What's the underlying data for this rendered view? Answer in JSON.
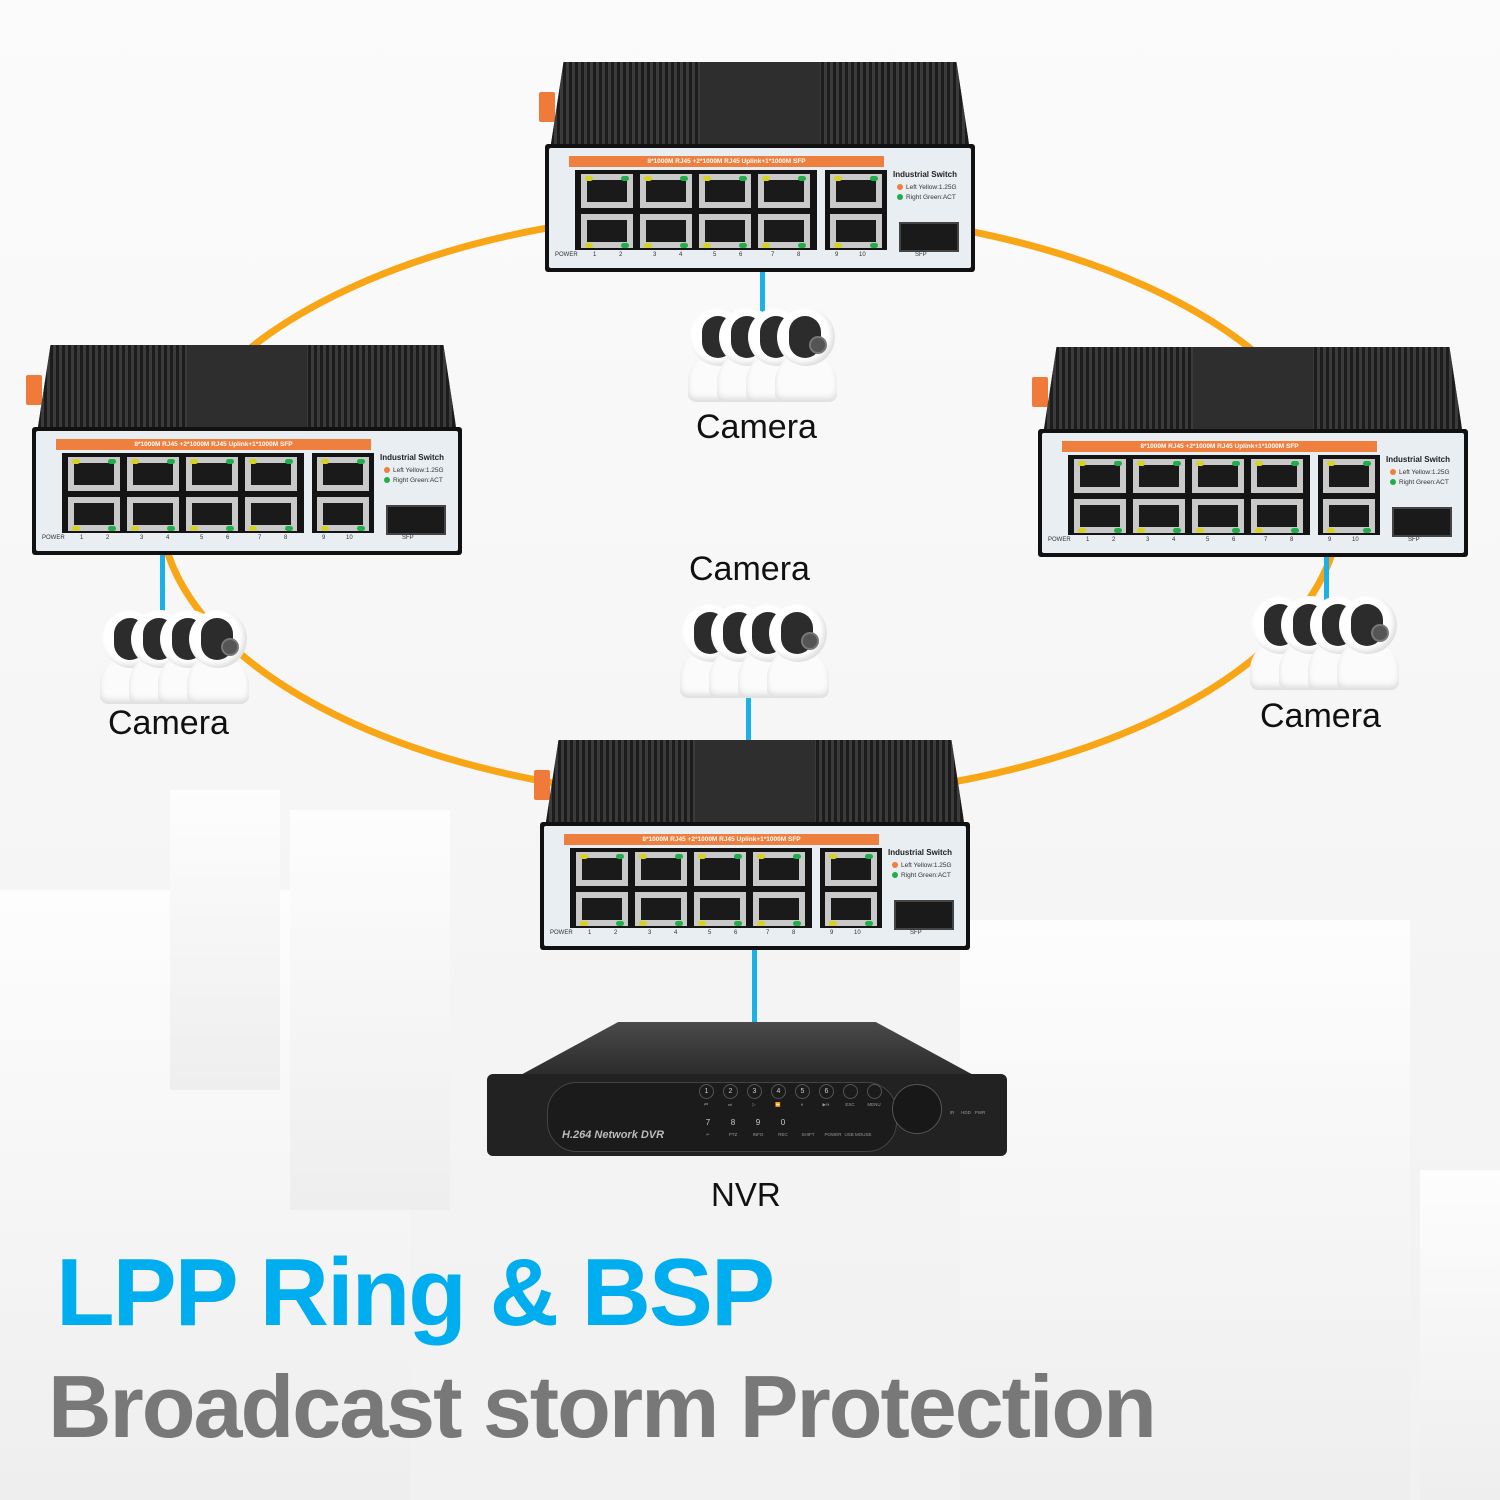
{
  "switch": {
    "banner": "8*1000M RJ45 +2*1000M RJ45 Uplink+1*1000M SFP",
    "title": "Industrial Switch",
    "legend": [
      {
        "label": "Left Yellow:1.25G",
        "color": "#ef7f3e"
      },
      {
        "label": "Right Green:ACT",
        "color": "#1fae47"
      }
    ],
    "port_labels": [
      "POWER",
      "1",
      "2",
      "3",
      "4",
      "5",
      "6",
      "7",
      "8",
      "9",
      "10",
      "SFP"
    ]
  },
  "cameras": {
    "top": "Camera",
    "left": "Camera",
    "center": "Camera",
    "right": "Camera"
  },
  "nvr": {
    "label": "NVR",
    "brand": "H.264 Network DVR",
    "top_buttons": [
      "1",
      "2",
      "3",
      "4",
      "5",
      "6",
      "",
      ""
    ],
    "top_sub": [
      "⏮",
      "⏭",
      "▷",
      "⏩",
      "⏸",
      "▶/⏸",
      "ESC",
      "MENU"
    ],
    "bottom_keys": [
      "7",
      "8",
      "9",
      "0",
      "",
      "",
      ""
    ],
    "bottom_sub": [
      "↵",
      "PTZ",
      "INFO",
      "REC",
      "SHIFT",
      "POWER",
      "USB MOUSE"
    ],
    "indicators": [
      "IR",
      "HDD",
      "PWR"
    ]
  },
  "headline": {
    "title": "LPP Ring & BSP",
    "subtitle": "Broadcast storm Protection"
  },
  "colors": {
    "ring": "#f8a516",
    "link": "#1bb1e6",
    "title": "#00aeef",
    "subtitle": "#787878"
  }
}
